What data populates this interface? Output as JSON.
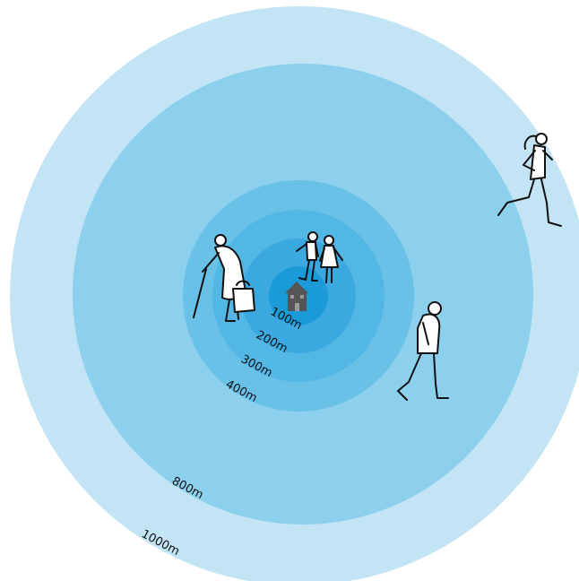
{
  "colors": {
    "ring_1000": "#c2e4f4",
    "ring_800": "#8dd0ed",
    "ring_400": "#6ac1e8",
    "ring_300": "#52b7e5",
    "ring_200": "#3ba9df",
    "ring_100": "#1a9bd8",
    "house": "#555555"
  },
  "rings": [
    {
      "id": "ring-1000",
      "label": "1000m"
    },
    {
      "id": "ring-800",
      "label": "800m"
    },
    {
      "id": "ring-400",
      "label": "400m"
    },
    {
      "id": "ring-300",
      "label": "300m"
    },
    {
      "id": "ring-200",
      "label": "200m"
    },
    {
      "id": "ring-100",
      "label": "100m"
    }
  ],
  "figures": {
    "center": "house-icon",
    "near": "children-icon",
    "elderly": "elderly-walker-icon",
    "walker": "adult-walker-icon",
    "runner": "runner-icon"
  }
}
